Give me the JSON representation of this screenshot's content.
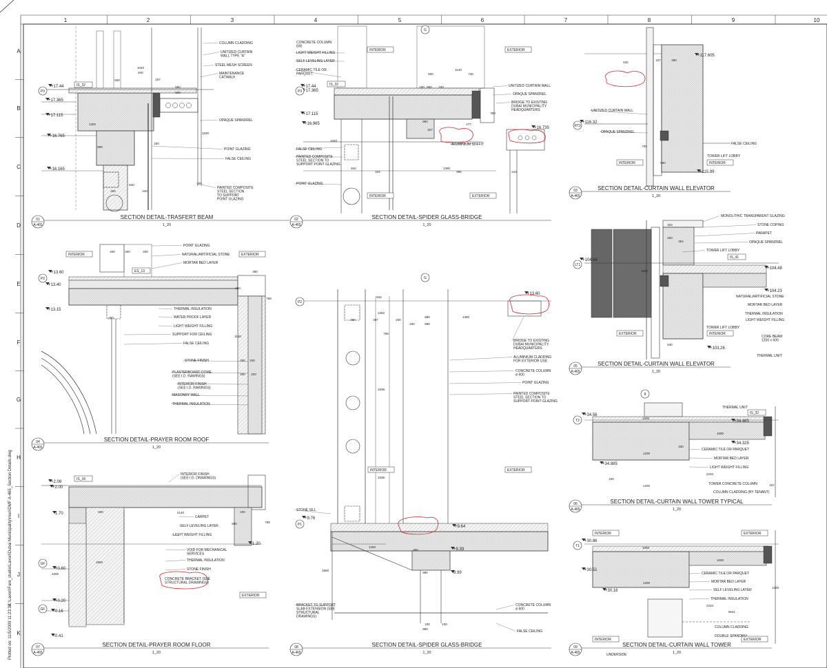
{
  "grid": {
    "columns": [
      "1",
      "2",
      "3",
      "4",
      "5",
      "6",
      "7",
      "8",
      "9",
      "10"
    ],
    "rows": [
      "A",
      "B",
      "C",
      "D",
      "E",
      "F",
      "G",
      "H",
      "I",
      "J",
      "K"
    ]
  },
  "sidebar": {
    "file_path": "K:\\Lavori\\Fare_studio\\Lavori\\Dubai Municipality\\muri\\DMF A-465_Section Details.dwg",
    "plotted": "Plotted on: 11/5/2009 11:23:32"
  },
  "details": [
    {
      "num": "01",
      "sheet": "A-465",
      "title": "SECTION  DETAIL-TRASFERT BEAM",
      "scale": "1_20"
    },
    {
      "num": "02",
      "sheet": "A-465",
      "title": "SECTION  DETAIL-SPIDER GLASS-BRIDGE",
      "scale": "1_20"
    },
    {
      "num": "03",
      "sheet": "A-465",
      "title": "SECTION  DETAIL-CURTAIN WALL ELEVATOR",
      "scale": "1_20"
    },
    {
      "num": "04",
      "sheet": "A-465",
      "title": "SECTION  DETAIL-PRAYER ROOM ROOF",
      "scale": "1_20"
    },
    {
      "num": "05",
      "sheet": "A-465",
      "title": "SECTION  DETAIL-CURTAIN WALL ELEVATOR",
      "scale": "1_20"
    },
    {
      "num": "06",
      "sheet": "A-465",
      "title": "SECTION  DETAIL-CURTAIN WALL TOWER TYPICAL",
      "scale": "1_20"
    },
    {
      "num": "07",
      "sheet": "A-465",
      "title": "SECTION  DETAIL-PRAYER ROOM FLOOR",
      "scale": "1_20"
    },
    {
      "num": "08",
      "sheet": "A-465",
      "title": "SECTION  DETAIL-SPIDER GLASS-BRIDGE",
      "scale": "1_20"
    },
    {
      "num": "09",
      "sheet": "A-465",
      "title": "SECTION  DETAIL-CURTAIN WALL TOWER",
      "scale": "1_20"
    }
  ],
  "d01": {
    "labels": [
      "COLUMN CLADDING",
      "UNITIZED CURTAIN\nWALL TYPE \"A\"",
      "STEEL MESH SCREEN",
      "MAINTENANCE\nCATWALK",
      "OPAQUE SPANDREL",
      "POINT GLAZING",
      "FALSE CEILING",
      "PAINTED COMPOSITE\nSTEEL SECTION\nTO SUPPORT\nPOINT GLAZING"
    ],
    "elevations": [
      "+17.44",
      "+17.365",
      "+17.115",
      "+16.765",
      "+16.165"
    ],
    "grid_tag": "P3",
    "tag": "IS_32",
    "dims": [
      "1040",
      "840",
      "600",
      "580",
      "600",
      "157",
      "1200",
      "200",
      "840",
      "440",
      "400",
      "1030",
      "100",
      "600"
    ]
  },
  "d02": {
    "labels_left": [
      "CONCRETE COLUMN\n600",
      "LIGHT WEIGHT FILLING",
      "SELF LEVELING LAYER",
      "CERAMIC TILE OR\nPARQUET",
      "FALSE CEILING",
      "PAINTED COMPOSITE\nSTEEL SECTION TO\nSUPPORT POINT GLAZING",
      "POINT GLAZING"
    ],
    "labels_right": [
      "UNITIZED CURTAIN WALL",
      "OPAQUE SPANDREL",
      "BRIDGE TO EXISTING\nDUBAI MUNICIPALITY\nHEADQUARTERS",
      "ALUMINIUM SOFFIT"
    ],
    "elevations": [
      "+17.44",
      "+17.365",
      "+17.115",
      "+16.965",
      "+16.735"
    ],
    "grid_tag": "P3",
    "grid_g": "G",
    "tag": "IS_32",
    "zones": [
      "INTERIOR",
      "EXTERIOR",
      "INTERIOR",
      "EXTERIOR"
    ],
    "dims": [
      "1140",
      "600",
      "740",
      "100",
      "800",
      "100",
      "880",
      "477",
      "327",
      "1040",
      "844",
      "444",
      "1390",
      "996",
      "210",
      "780"
    ]
  },
  "d03": {
    "labels": [
      "UNITIZED CURTAIN WALL",
      "OPAQUE SPANDREL",
      "FALSE CEILING",
      "TOWER LIFT LOBBY"
    ],
    "elevations": [
      "+117.605",
      "+116.32",
      "+115.99"
    ],
    "grid_tag": "RT3",
    "zones": [
      "INTERIOR",
      "INTERIOR"
    ],
    "dims": [
      "632",
      "157",
      "390",
      "730",
      "550"
    ]
  },
  "d04": {
    "labels": [
      "POINT GLAZING",
      "NATURAL/ARTIFICIAL STONE",
      "MORTAR BED LAYER",
      "THERMAL INSULATION",
      "WATER PROOF LAYER",
      "LIGHT WEIGHT FILLING",
      "SUPPORT FOR CEILING",
      "FALSE CEILING",
      "STONE FINISH",
      "PLASTERBOARD DOME\n(SEE I.D. RAWINGS)",
      "INTERIOR FINISH\n(SEE I.D. RAWINGS)",
      "MASONRY WALL",
      "THERMAL INSULATION"
    ],
    "elevations": [
      "+13.60",
      "+13.40",
      "+13.15"
    ],
    "grid_tag": "P2",
    "tag": "ES_13",
    "zones": [
      "INTERIOR",
      "EXTERIOR"
    ],
    "dims": [
      "400",
      "200",
      "200",
      "380",
      "768",
      "200",
      "200",
      "200",
      "200",
      "1140",
      "260",
      "250"
    ]
  },
  "d05": {
    "labels": [
      "MONOLITHIC TRANSPARENT GLAZING",
      "STONE COPING",
      "PARAPET",
      "OPAQUE SPANDREL",
      "TOWER LIFT LOBBY",
      "NATURAL/ARTIFICIAL STONE",
      "MORTAR BED LAYER",
      "THERMAL INSULATION",
      "LIGHT WEIGHT FILLING",
      "TOWER LIFT LOBBY",
      "CORE BEAM\n1200 x 600",
      "THERMAL UNIT"
    ],
    "elevations": [
      "+104.64",
      "+104.48",
      "+104.23",
      "+103.26"
    ],
    "grid_tag": "LT1",
    "tag": "IS_41",
    "zones": [
      "INTERIOR",
      "EXTERIOR"
    ],
    "dims": [
      "323",
      "200",
      "354",
      "1000",
      "540"
    ]
  },
  "d06": {
    "labels": [
      "THERMAL UNIT",
      "CERAMIC TILE OR PARQUET",
      "MORTAR BED LAYER",
      "LIGHT WEIGHT FILLING",
      "TOWER CONCRETE COLUMN",
      "COLUMN CLADDING (BY TENANT)"
    ],
    "elevations": [
      "+34.56",
      "+34.485",
      "+34.325",
      "+34.885"
    ],
    "grid_tag": "T2",
    "grid_g": "8",
    "tag": "IS_32",
    "dims": [
      "1000",
      "1200",
      "1000",
      "330",
      "2233",
      "100",
      "1200",
      "157"
    ]
  },
  "d07": {
    "labels": [
      "INTERIOR FINISH\n(SEE I.D. DRAWINGS)",
      "CARPET",
      "SELF LEVELING LAYER",
      "LIGHT WEIGHT FILLING",
      "VOID FOR MECHANICAL\nSERVICES",
      "THERMAL INSULATION",
      "STONE FINISH",
      "CONCRETE BRACKET (SEE\nSTRUCTURAL DRAWINGS)"
    ],
    "elevations": [
      "+2.08",
      "+2.00",
      "1.70",
      "-1.20",
      "+0.60",
      "+0.20",
      "-0.16",
      "-0.41"
    ],
    "grid_tags": [
      "GF",
      "GF"
    ],
    "tag": "IS_18",
    "zones": [
      "EXTERIOR"
    ],
    "dims": [
      "600",
      "2140",
      "200",
      "500",
      "768",
      "1860",
      "1000"
    ]
  },
  "d08": {
    "labels": [
      "BRIDGE TO EXISTING\nDUBAI MUNICIPALITY\nHEADQUARTERS",
      "ALUMINIUM CLADDING\nFOR EXTERIOR USE",
      "CONCRETE COLUMN\nø 600",
      "POINT GLAZING",
      "PAINTED COMPOSITE\nSTEEL SECTION TO\nSUPPORT POINT GLAZING",
      "STONE SILL",
      "BRACKET TO SUPPORT\nSLAB EXTENSION (SEE\nSTRUCTURAL\nDRAWINGS)",
      "CONCRETE COLUMN\nø 600",
      "FALSE CEILING"
    ],
    "elevations": [
      "+13.60",
      "+9.76",
      "+9.64",
      "+9.39",
      "8.99"
    ],
    "grid_tags": [
      "P2",
      "P1"
    ],
    "grid_g": "G",
    "zones": [
      "INTERIOR",
      "EXTERIOR"
    ],
    "dims": [
      "844",
      "1250",
      "480",
      "407",
      "200",
      "880",
      "1390",
      "880",
      "200",
      "768",
      "1036",
      "1036",
      "1250",
      "400",
      "880",
      "1860",
      "100",
      "880",
      "100"
    ]
  },
  "d09": {
    "labels": [
      "CERAMIC TILE OR PARQUET",
      "MORTAR BED LAYER",
      "SELF LEVELING LAYER",
      "THERMAL INSULATION",
      "COLUMN CLADDING",
      "DOUBLE SPANDREL",
      "UNDERSIDE"
    ],
    "elevations": [
      "+30.86",
      "+30.51",
      "+30.16"
    ],
    "grid_tag": "T1",
    "zones": [
      "INTERIOR",
      "EXTERIOR",
      "INTERIOR",
      "EXTERIOR"
    ],
    "dims": [
      "1000",
      "1200",
      "1000",
      "2233",
      "5641",
      "1200"
    ]
  }
}
